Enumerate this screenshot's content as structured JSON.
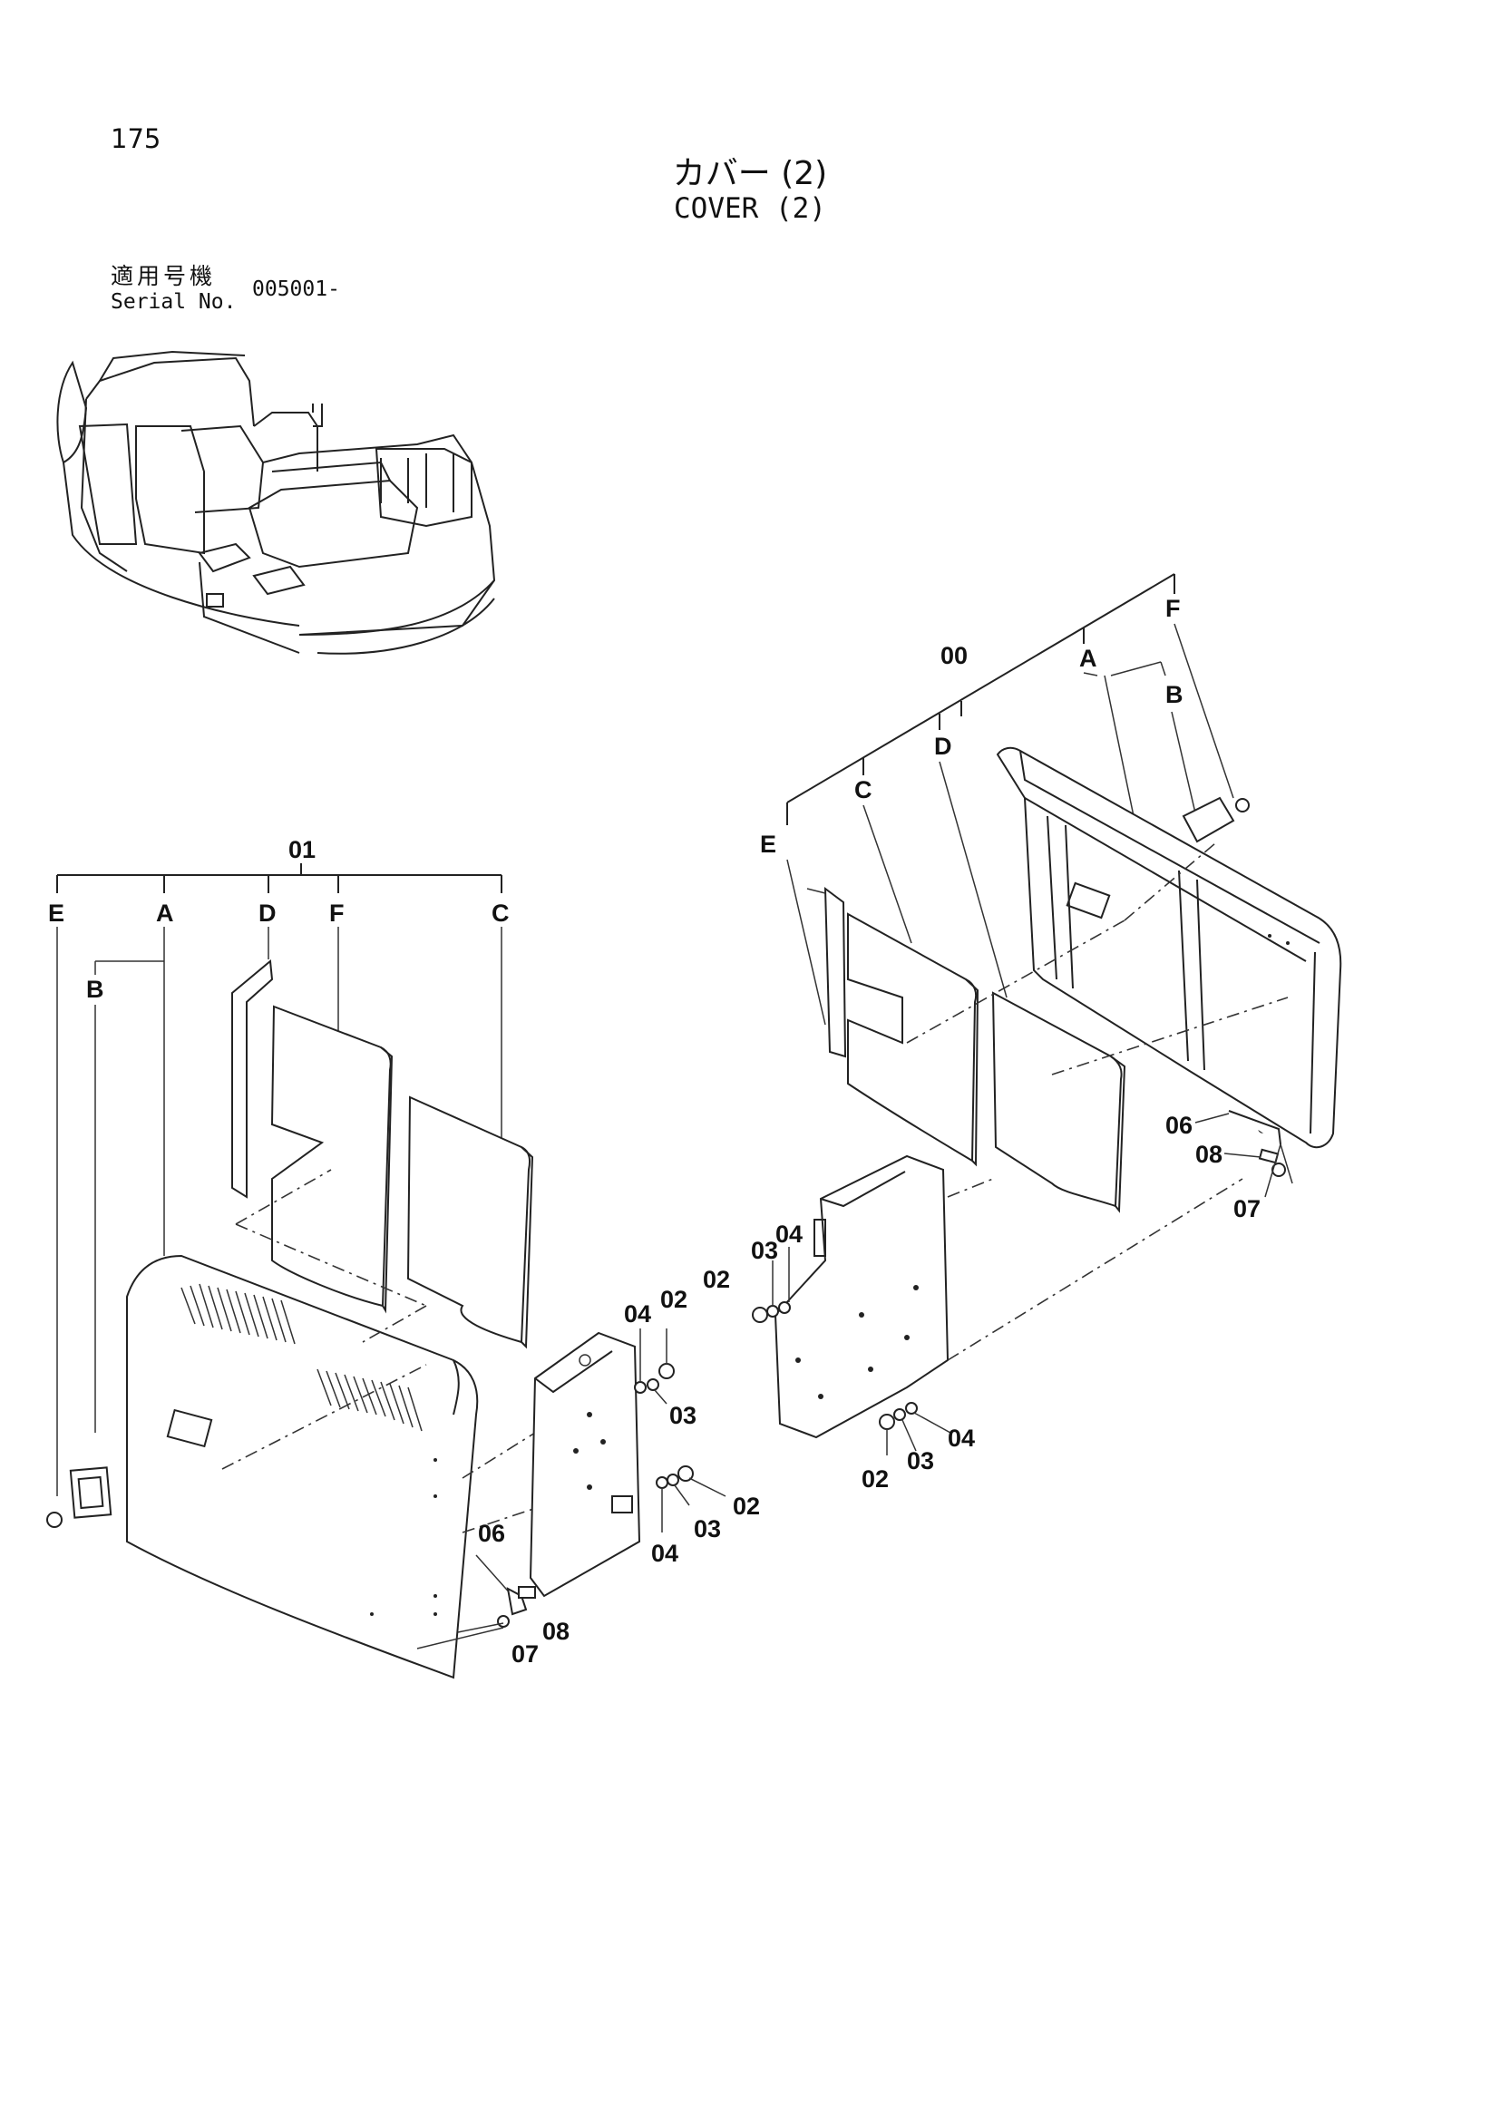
{
  "page": {
    "number": "175",
    "title_jp": "カバー (2)",
    "title_en": "COVER (2)"
  },
  "serial": {
    "label_jp": "適用号機",
    "label_en": "Serial No.",
    "value": "005001-"
  },
  "diagram": {
    "left_assembly": {
      "parent": "01",
      "branches": [
        "E",
        "A",
        "D",
        "F",
        "C"
      ],
      "sub": "B",
      "hardware": [
        "04",
        "02",
        "03",
        "02",
        "03",
        "04",
        "06",
        "07",
        "08"
      ]
    },
    "right_assembly": {
      "parent": "00",
      "branches": [
        "E",
        "C",
        "D",
        "A",
        "F"
      ],
      "sub": "B",
      "hardware": [
        "06",
        "08",
        "07"
      ]
    },
    "middle_plate": {
      "hardware": [
        "03",
        "04",
        "02",
        "04",
        "03",
        "02"
      ]
    }
  }
}
